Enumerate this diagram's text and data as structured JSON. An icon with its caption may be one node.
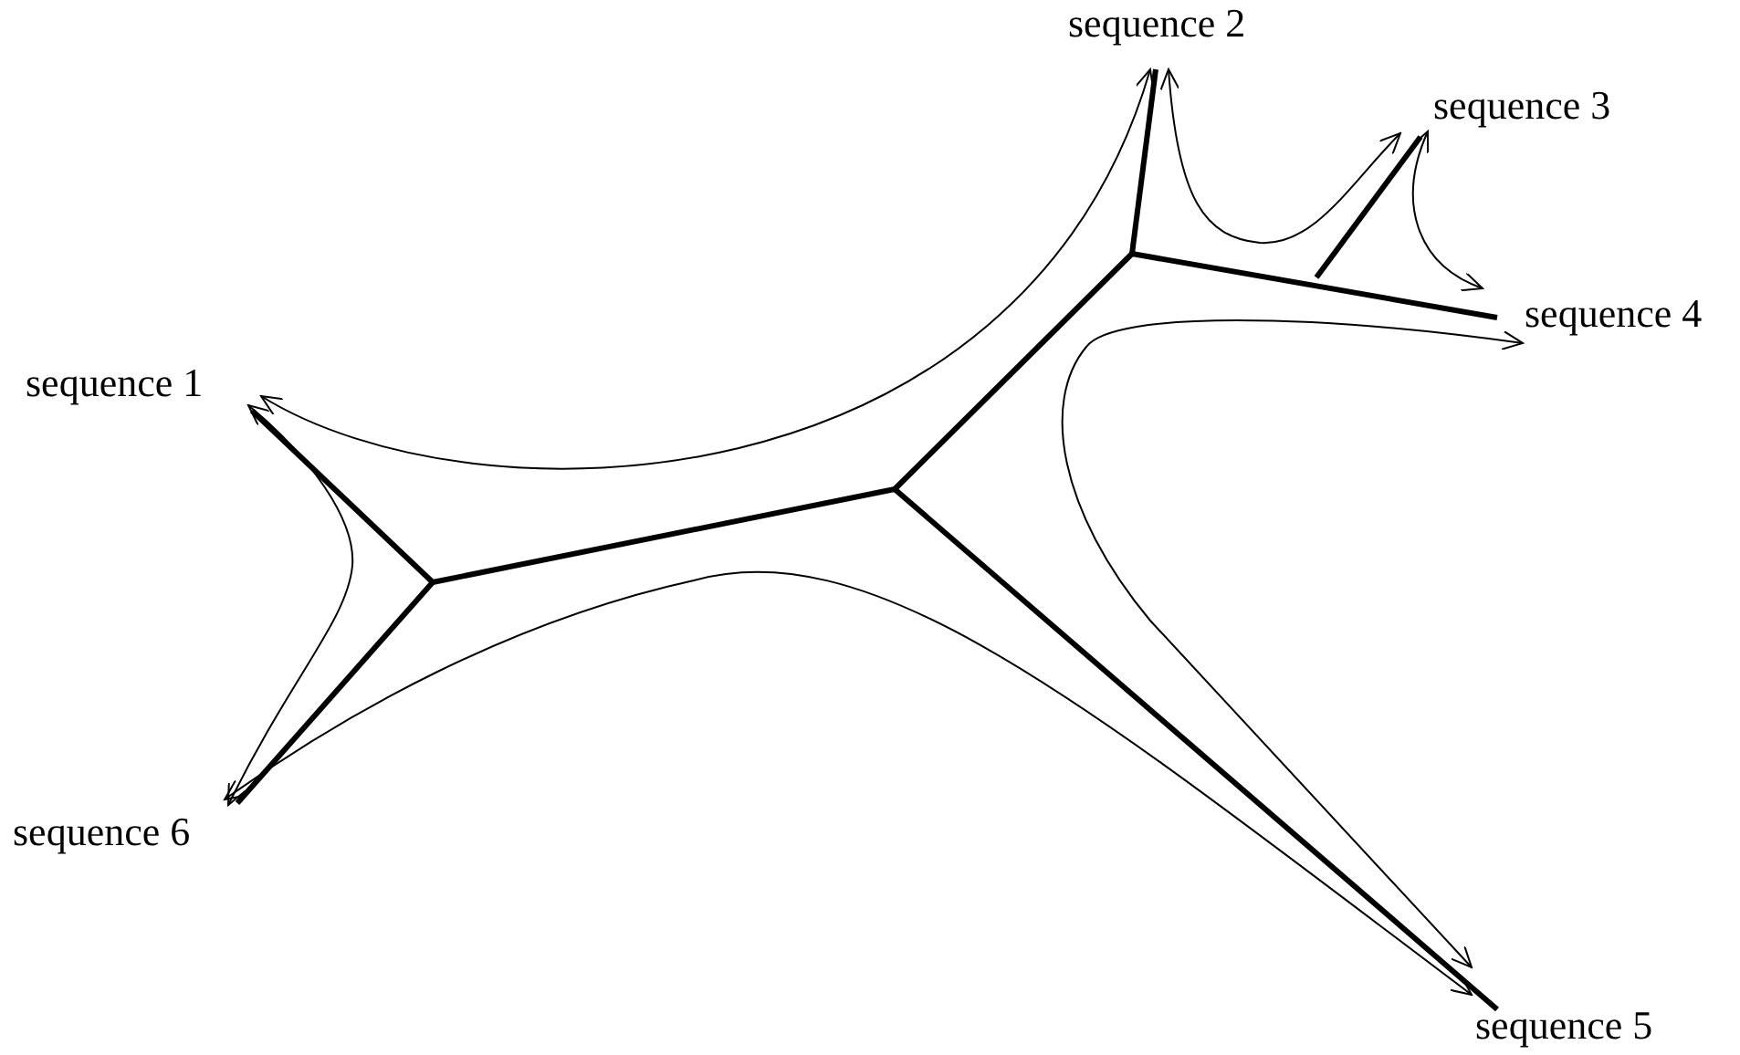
{
  "diagram": {
    "nodes": [
      {
        "text": [
          "sequence 1"
        ]
      },
      {
        "text": [
          "sequence 2"
        ]
      },
      {
        "text": [
          "sequence 3"
        ]
      },
      {
        "text": [
          "sequence 4"
        ]
      },
      {
        "text": [
          "sequence 5"
        ]
      },
      {
        "text": [
          "sequence 6"
        ]
      }
    ],
    "edges": [
      {
        "from": 0,
        "to": 1,
        "arrow": "both"
      },
      {
        "from": 1,
        "to": 2,
        "arrow": "both"
      },
      {
        "from": 2,
        "to": 3,
        "arrow": "both"
      },
      {
        "from": 3,
        "to": 4,
        "arrow": "both"
      },
      {
        "from": 4,
        "to": 5,
        "arrow": "both"
      },
      {
        "from": 5,
        "to": 0,
        "arrow": "both"
      }
    ]
  }
}
